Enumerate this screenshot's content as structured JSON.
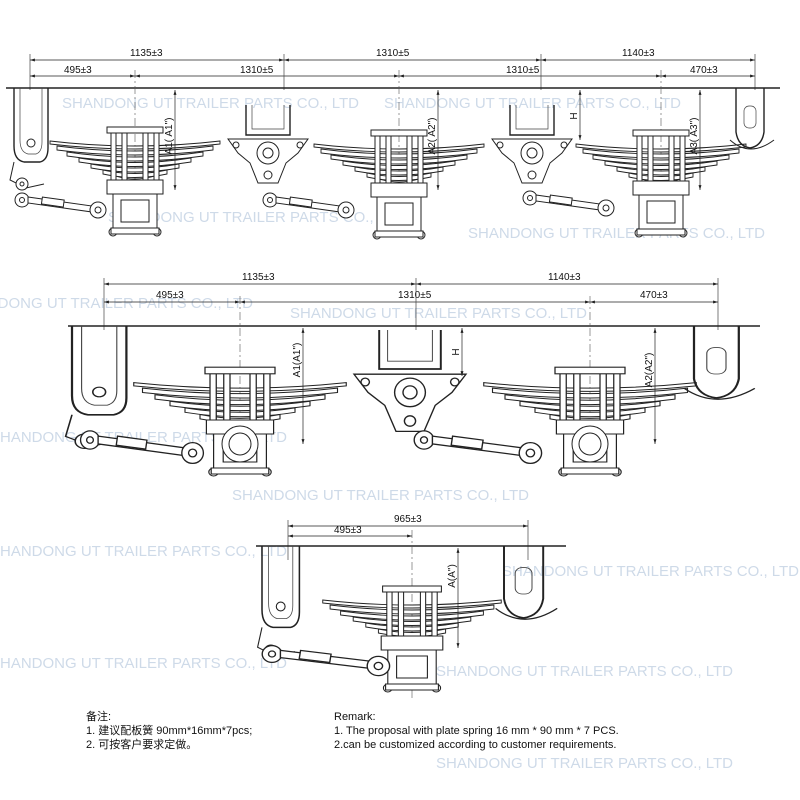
{
  "watermark": "SHANDONG UT TRAILER PARTS CO., LTD",
  "diagram1": {
    "dims_top": [
      "1135±3",
      "1310±5",
      "1140±3"
    ],
    "dims_mid": [
      "495±3",
      "1310±5",
      "1310±5",
      "470±3"
    ],
    "heights": [
      "A1( A1\")",
      "A2( A2\")",
      "A3( A3\")",
      "H"
    ]
  },
  "diagram2": {
    "dims_top": [
      "1135±3",
      "1140±3"
    ],
    "dims_mid": [
      "495±3",
      "1310±5",
      "470±3"
    ],
    "heights": [
      "A1(A1\")",
      "A2(A2\")",
      "H"
    ]
  },
  "diagram3": {
    "dims_top": [
      "965±3"
    ],
    "dims_mid": [
      "495±3"
    ],
    "heights": [
      "A(A\")"
    ]
  },
  "notes_cn": {
    "title": "备注:",
    "line1": "1. 建议配板簧 90mm*16mm*7pcs;",
    "line2": "2. 可按客户要求定做。"
  },
  "notes_en": {
    "title": "Remark:",
    "line1": "1. The proposal with plate spring 16 mm * 90 mm * 7 PCS.",
    "line2": "2.can be customized according to customer requirements."
  }
}
